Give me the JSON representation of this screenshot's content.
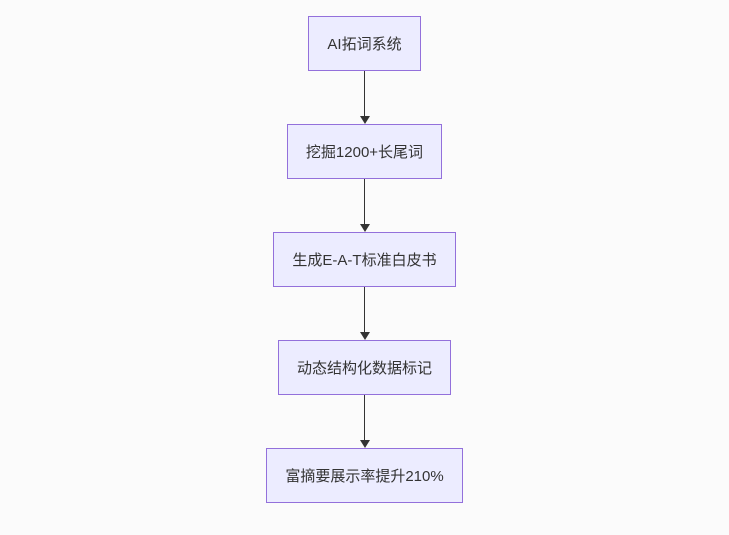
{
  "diagram": {
    "type": "flowchart-top-down",
    "nodes": [
      {
        "id": "n1",
        "label": "AI拓词系统"
      },
      {
        "id": "n2",
        "label": "挖掘1200+长尾词"
      },
      {
        "id": "n3",
        "label": "生成E-A-T标准白皮书"
      },
      {
        "id": "n4",
        "label": "动态结构化数据标记"
      },
      {
        "id": "n5",
        "label": "富摘要展示率提升210%"
      }
    ],
    "edges": [
      {
        "from": "n1",
        "to": "n2"
      },
      {
        "from": "n2",
        "to": "n3"
      },
      {
        "from": "n3",
        "to": "n4"
      },
      {
        "from": "n4",
        "to": "n5"
      }
    ],
    "colors": {
      "node_fill": "#ECECFF",
      "node_border": "#9370DB",
      "node_text": "#333333",
      "arrow": "#333333",
      "background": "#fbfbfb"
    }
  }
}
